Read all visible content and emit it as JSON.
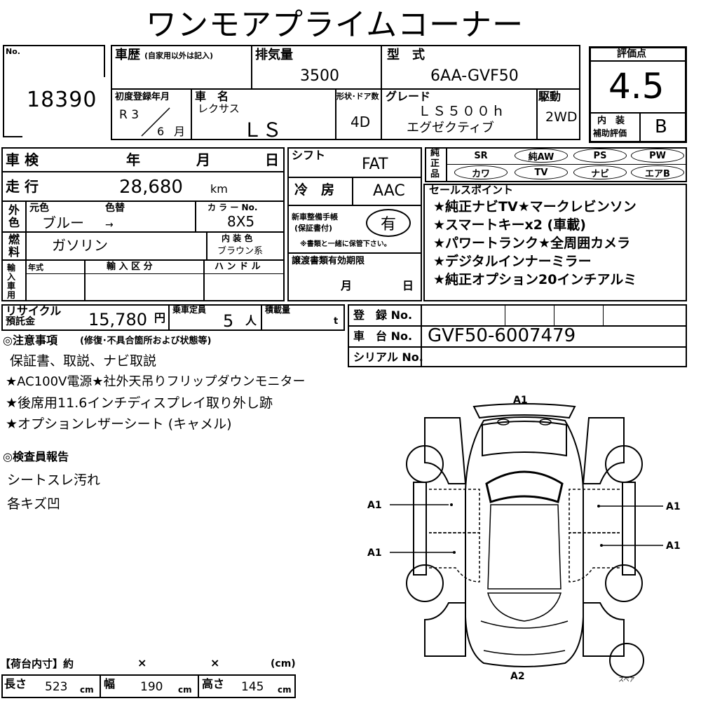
{
  "title": "ワンモアプライムコーナー",
  "lot": {
    "label": "No.",
    "value": "18390"
  },
  "history": {
    "label": "車歴",
    "note": "(自家用以外は記入)"
  },
  "displacement": {
    "label": "排気量",
    "value": "3500"
  },
  "model": {
    "label": "型　式",
    "value": "6AA-GVF50"
  },
  "first_reg": {
    "label": "初度登録年月",
    "era": "R 3",
    "month": "6",
    "month_unit": "月"
  },
  "car_name": {
    "label": "車　名",
    "maker": "レクサス",
    "name": "ＬＳ"
  },
  "body": {
    "label": "形状･ドア数",
    "value": "4D"
  },
  "grade": {
    "label": "グレード",
    "line1": "ＬＳ５００ｈ",
    "line2": "エグゼクティブ"
  },
  "drive": {
    "label": "駆動",
    "value": "2WD"
  },
  "rating": {
    "label": "評価点",
    "value": "4.5",
    "interior_label1": "内　装",
    "interior_label2": "補助評価",
    "interior_value": "B"
  },
  "inspection": {
    "label": "車 検",
    "year": "年",
    "month": "月",
    "day": "日"
  },
  "mileage": {
    "label": "走 行",
    "value": "28,680",
    "unit": "km"
  },
  "exterior": {
    "label1": "外",
    "label2": "色",
    "orig_label": "元色",
    "repaint_label": "色替",
    "orig_value": "ブルー",
    "arrow": "→",
    "color_no_label": "カ ラ ー No.",
    "color_no": "8X5"
  },
  "fuel": {
    "label1": "燃",
    "label2": "料",
    "value": "ガソリン",
    "interior_color_label": "内 装 色",
    "interior_color": "ブラウン系"
  },
  "import": {
    "label": "輸入車用",
    "year_label": "年式",
    "class_label": "輸 入 区 分",
    "handle_label": "ハ ン ド ル"
  },
  "shift": {
    "label": "シフト",
    "value": "FAT"
  },
  "aircon": {
    "label": "冷　房",
    "value": "AAC"
  },
  "manual": {
    "label1": "新車整備手帳",
    "label2": "(保証書付)",
    "value": "有",
    "note": "※書類と一緒に保管下さい。"
  },
  "transfer": {
    "label": "譲渡書類有効期限",
    "month": "月",
    "day": "日"
  },
  "genuine": {
    "label1": "純",
    "label2": "正",
    "label3": "品",
    "items": [
      "SR",
      "純AW",
      "PS",
      "PW",
      "カワ",
      "TV",
      "ナビ",
      "エアB"
    ]
  },
  "sales": {
    "label": "セールスポイント",
    "lines": [
      "★純正ナビTV★マークレビンソン",
      "★スマートキーx2 (車載)",
      "★パワートランク★全周囲カメラ",
      "★デジタルインナーミラー",
      "★純正オプション20インチアルミ"
    ]
  },
  "recycle": {
    "label1": "リサイクル",
    "label2": "預託金",
    "value": "15,780",
    "unit": "円"
  },
  "capacity": {
    "label": "乗車定員",
    "value": "5",
    "unit": "人"
  },
  "load": {
    "label": "積載量",
    "unit": "t"
  },
  "registration": {
    "label": "登　録 No.",
    "chassis_label": "車　台 No.",
    "chassis_value": "GVF50-6007479",
    "serial_label": "シリアル No."
  },
  "notes": {
    "label": "◎注意事項",
    "sub": "(修復･不具合箇所および状態等)",
    "lines": [
      "保証書、取説、ナビ取説",
      "★AC100V電源★社外天吊りフリップダウンモニター",
      "★後席用11.6インチディスプレイ取り外し跡",
      "★オプションレザーシート (キャメル)"
    ]
  },
  "inspector": {
    "label": "◎検査員報告",
    "lines": [
      "シートスレ汚れ",
      "各キズ凹"
    ]
  },
  "diagram": {
    "a1": "A1",
    "a2": "A2",
    "spare": "スペア"
  },
  "cargo": {
    "label": "【荷台内寸】約",
    "x1": "×",
    "x2": "×",
    "unit_cm": "(cm)",
    "length_label": "長さ",
    "length": "523",
    "width_label": "幅",
    "width": "190",
    "height_label": "高さ",
    "height": "145",
    "cm": "cm"
  }
}
